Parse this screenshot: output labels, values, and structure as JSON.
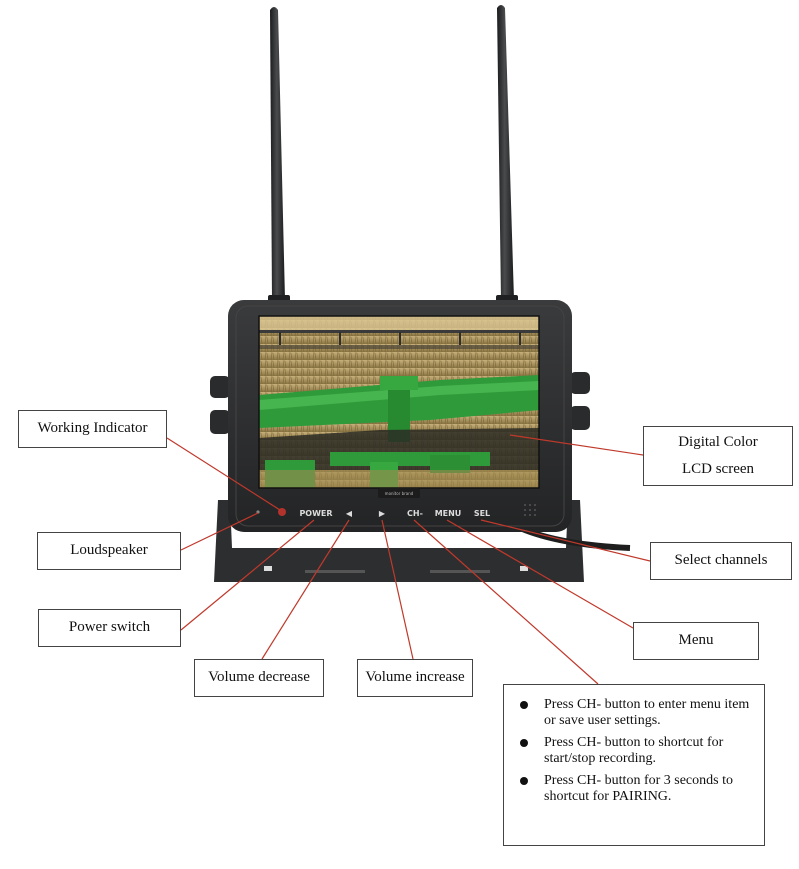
{
  "monitor": {
    "buttons": {
      "power": "POWER",
      "left": "◀",
      "right": "▶",
      "ch_minus": "CH-",
      "menu": "MENU",
      "sel": "SEL"
    }
  },
  "callouts": {
    "working_indicator": "Working Indicator",
    "loudspeaker": "Loudspeaker",
    "power_switch": "Power switch",
    "volume_decrease": "Volume decrease",
    "volume_increase": "Volume increase",
    "digital_color_line1": "Digital Color",
    "digital_color_line2": "LCD screen",
    "select_channels": "Select channels",
    "menu": "Menu"
  },
  "notes": [
    "Press CH- button to enter menu item or save user settings.",
    "Press CH- button to shortcut for start/stop recording.",
    "Press CH- button for 3 seconds to shortcut for PAIRING."
  ],
  "colors": {
    "callout_line": "#c0392b",
    "bezel": "#2b2c2e",
    "implement_green": "#2f9a3a",
    "crop": "#b39a5e"
  }
}
